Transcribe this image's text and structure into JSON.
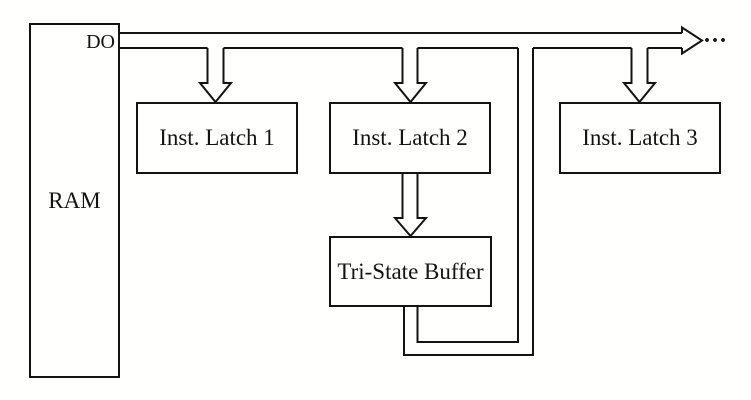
{
  "diagram": {
    "ram": {
      "label": "RAM"
    },
    "bus": {
      "source_label": "DO",
      "continuation_label": "...",
      "direction": "right"
    },
    "latches": [
      {
        "label": "Inst. Latch 1"
      },
      {
        "label": "Inst. Latch 2"
      },
      {
        "label": "Inst. Latch 3"
      }
    ],
    "buffer": {
      "label": "Tri-State Buffer"
    },
    "edges": [
      {
        "from": "RAM (DO)",
        "to": "bus"
      },
      {
        "from": "bus",
        "to": "Inst. Latch 1"
      },
      {
        "from": "bus",
        "to": "Inst. Latch 2"
      },
      {
        "from": "bus",
        "to": "Inst. Latch 3"
      },
      {
        "from": "bus",
        "to": "... (continues right)"
      },
      {
        "from": "Inst. Latch 2",
        "to": "Tri-State Buffer"
      },
      {
        "from": "Tri-State Buffer",
        "to": "bus"
      }
    ],
    "colors": {
      "line": "#131313",
      "background": "#ffffff"
    }
  }
}
